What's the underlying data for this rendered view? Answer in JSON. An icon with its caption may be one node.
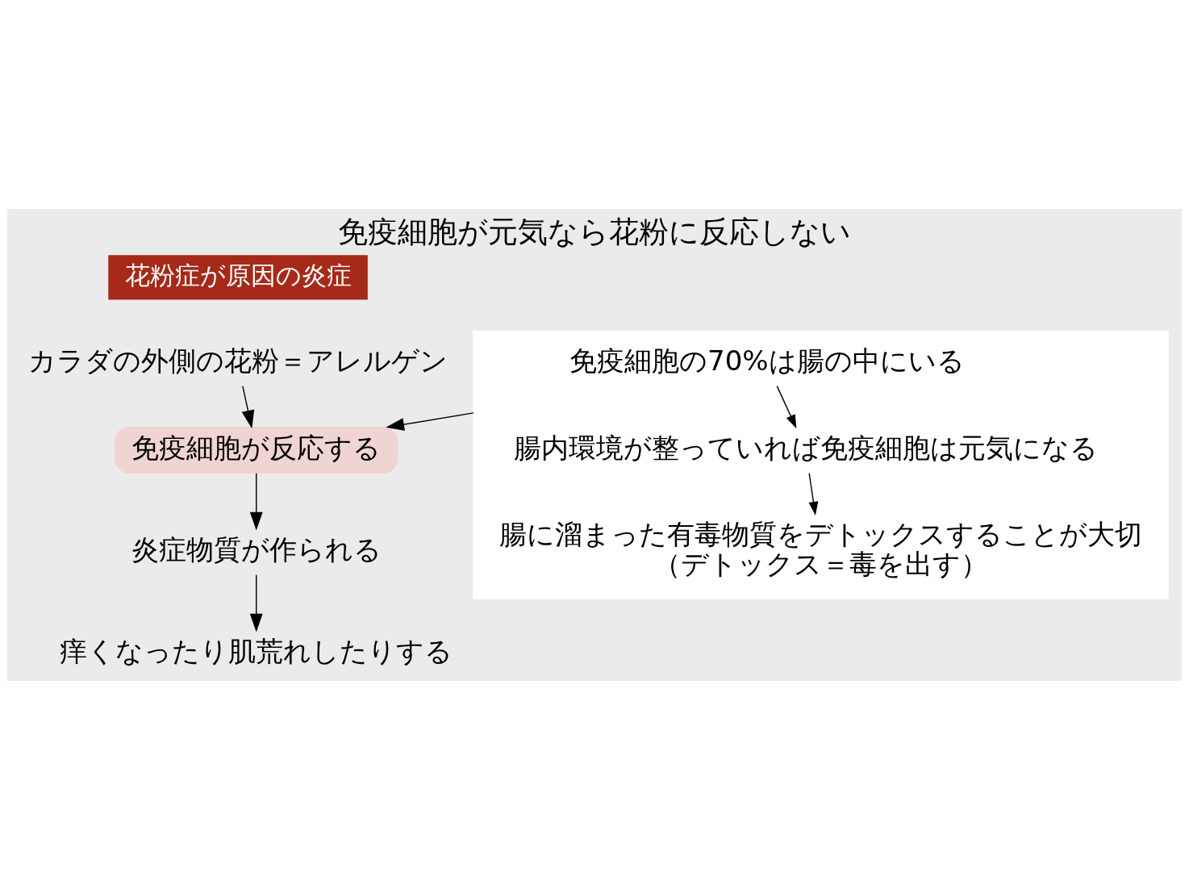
{
  "diagram": {
    "title": "免疫細胞が元気なら花粉に反応しない",
    "nodes": [
      {
        "text": [
          "花粉症が原因の炎症"
        ]
      },
      {
        "text": [
          "カラダの外側の花粉＝アレルゲン"
        ]
      },
      {
        "text": [
          "免疫細胞が反応する"
        ]
      },
      {
        "text": [
          "炎症物質が作られる"
        ]
      },
      {
        "text": [
          "痒くなったり肌荒れしたりする"
        ]
      },
      {
        "text": [],
        "shape": "box"
      },
      {
        "text": [
          "免疫細胞の70%は腸の中にいる"
        ],
        "in": 5
      },
      {
        "text": [
          "腸内環境が整っていれば免疫細胞は元気になる"
        ],
        "in": 5
      },
      {
        "text": [
          "腸に溜まった有毒物質をデトックスすることが大切",
          "（デトックス＝毒を出す）"
        ],
        "in": 5
      }
    ],
    "edges": [
      {
        "from": 1,
        "to": 2,
        "arrow": "to"
      },
      {
        "from": 2,
        "to": 3,
        "arrow": "to"
      },
      {
        "from": 3,
        "to": 4,
        "arrow": "to"
      },
      {
        "from": 6,
        "to": 7,
        "arrow": "to"
      },
      {
        "from": 7,
        "to": 8,
        "arrow": "to"
      },
      {
        "from": 5,
        "to": 2,
        "arrow": "to"
      }
    ]
  }
}
